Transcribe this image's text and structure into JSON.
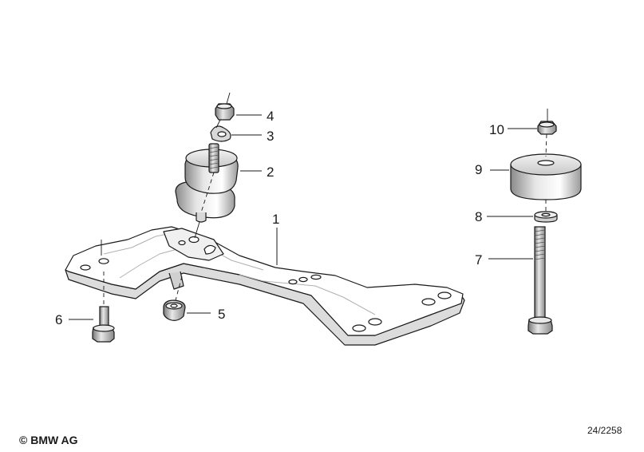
{
  "callouts": {
    "c1": "1",
    "c2": "2",
    "c3": "3",
    "c4": "4",
    "c5": "5",
    "c6": "6",
    "c7": "7",
    "c8": "8",
    "c9": "9",
    "c10": "10"
  },
  "footer": {
    "copyright": "© BMW AG",
    "diagram_id": "24/2258"
  },
  "colors": {
    "line": "#1a1a1a",
    "shade": "#b8b8b8",
    "background": "#ffffff"
  }
}
